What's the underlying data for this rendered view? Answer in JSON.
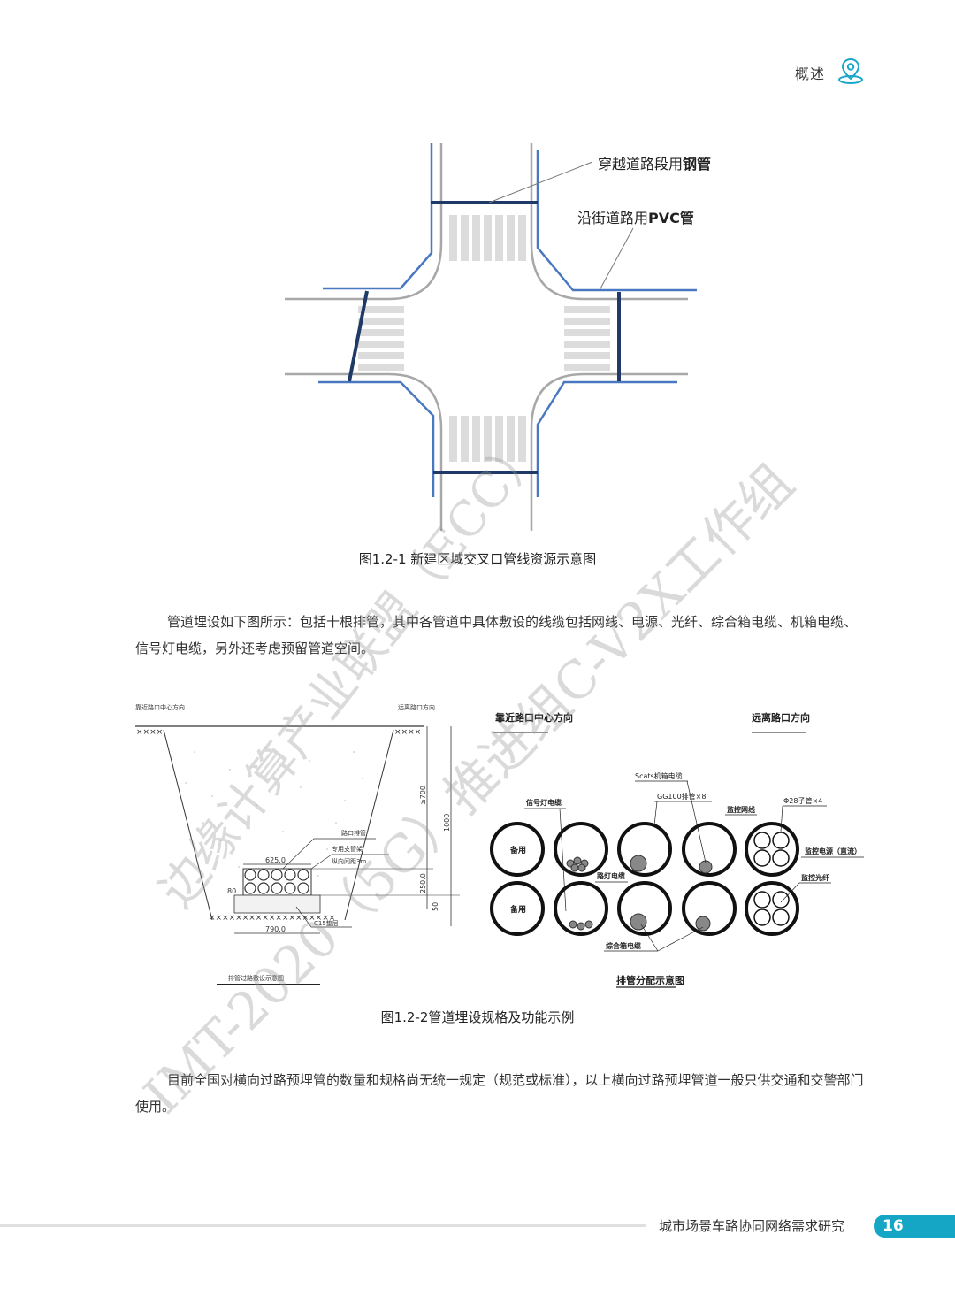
{
  "header": {
    "section_label": "概述",
    "icon": "location-pin-icon",
    "accent_color": "#1aa6c8"
  },
  "figure1": {
    "caption": "图1.2-1 新建区域交叉口管线资源示意图",
    "label_steel": "穿越道路段用",
    "label_steel_bold": "钢管",
    "label_pvc": "沿街道路用",
    "label_pvc_bold": "PVC管",
    "colors": {
      "pvc": "#4a78c0",
      "steel": "#1f3a66",
      "road": "#a8a8a8",
      "crosswalk": "#dcdcdc"
    }
  },
  "paragraph1": "管道埋设如下图所示：包括十根排管，其中各管道中具体敷设的线缆包括网线、电源、光纤、综合箱电缆、机箱电缆、信号灯电缆，另外还考虑预留管道空间。",
  "figure2": {
    "caption": "图1.2-2管道埋设规格及功能示例",
    "left": {
      "label_near": "靠近路口中心方向",
      "label_far": "远离路口方向",
      "dim_top": "625.0",
      "dim_bottom": "790.0",
      "dim_80": "80",
      "dim_700": "≥700",
      "dim_1000": "1000",
      "dim_250": "250.0",
      "dim_50": "50",
      "note_pipe": "路口排管",
      "note_support": "专用支管架",
      "note_spacing": "纵向间距3m",
      "note_base": "C15垫层",
      "title": "排管过路敷设示意图"
    },
    "right": {
      "label_near": "靠近路口中心方向",
      "label_far": "远离路口方向",
      "spare": "备用",
      "signal_cable": "信号灯电缆",
      "scats_cable": "Scats机箱电缆",
      "gg100": "GG100排管×8",
      "monitor_net": "监控网线",
      "sub_pipe": "Φ28子管×4",
      "monitor_power": "监控电源（直流）",
      "street_light": "路灯电缆",
      "monitor_fiber": "监控光纤",
      "combo_box": "综合箱电缆",
      "title": "排管分配示意图"
    }
  },
  "paragraph2": "目前全国对横向过路预埋管的数量和规格尚无统一规定（规范或标准），以上横向过路预埋管道一般只供交通和交警部门使用。",
  "watermarks": {
    "line1": "边缘计算产业联盟（ECC）",
    "line2": "IMT-2020（5G）推进组C-V2X工作组"
  },
  "footer": {
    "title": "城市场景车路协同网络需求研究",
    "page_number": "16",
    "badge_color": "#15a6c6"
  }
}
